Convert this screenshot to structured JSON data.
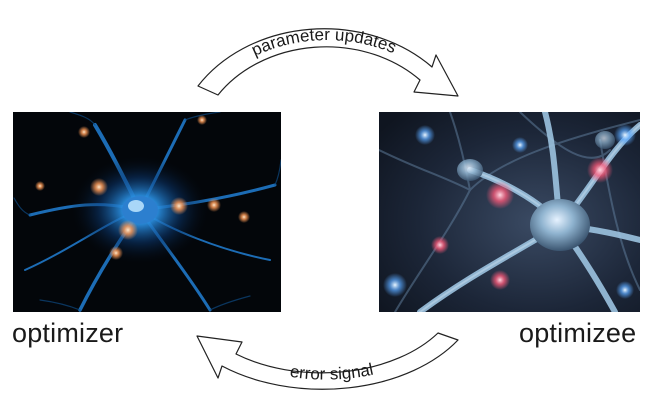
{
  "diagram": {
    "top_arrow_label": "parameter updates",
    "bottom_arrow_label": "error signal",
    "left_label": "optimizer",
    "right_label": "optimizee"
  },
  "images": {
    "left": {
      "icon": "glowing-neuron",
      "background": "#03060a",
      "accent": "#2a8fe0",
      "spark": "#ff9a55"
    },
    "right": {
      "icon": "neural-network",
      "background": "#1a2433",
      "accent": "#9cc3e0",
      "spark": "#ff5a7a"
    }
  },
  "colors": {
    "arrow_stroke": "#222222",
    "arrow_fill": "#ffffff",
    "text": "#1a1a1a"
  }
}
